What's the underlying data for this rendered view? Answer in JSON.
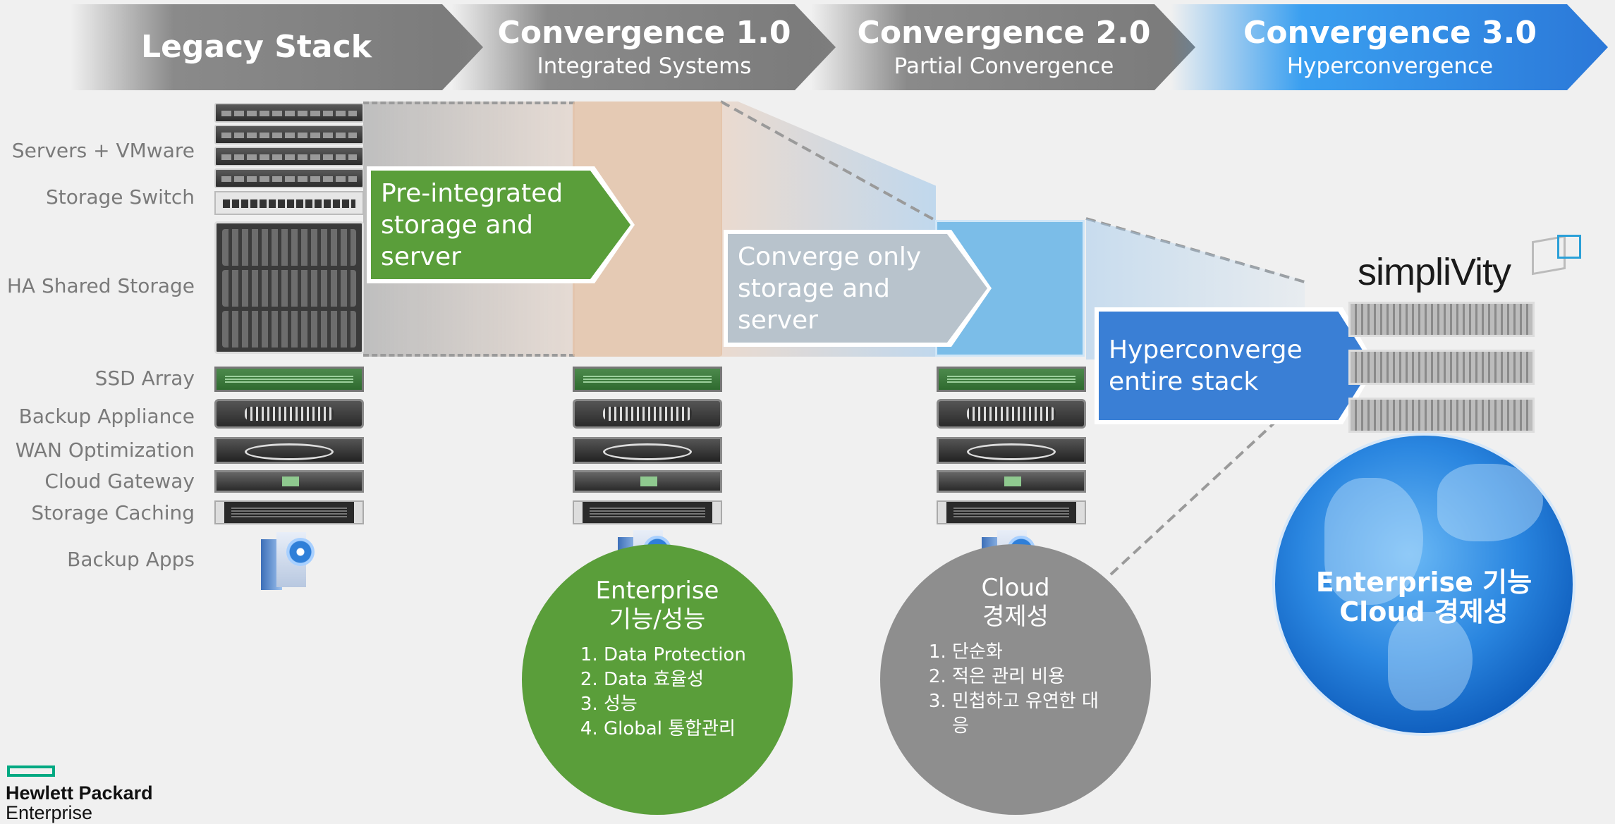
{
  "header": {
    "stages": [
      {
        "title": "Legacy Stack",
        "subtitle": ""
      },
      {
        "title": "Convergence 1.0",
        "subtitle": "Integrated Systems"
      },
      {
        "title": "Convergence 2.0",
        "subtitle": "Partial Convergence"
      },
      {
        "title": "Convergence 3.0",
        "subtitle": "Hyperconvergence"
      }
    ]
  },
  "stack_labels": [
    "Servers + VMware",
    "Storage Switch",
    "HA Shared Storage",
    "SSD Array",
    "Backup Appliance",
    "WAN Optimization",
    "Cloud Gateway",
    "Storage Caching",
    "Backup Apps"
  ],
  "callouts": {
    "c1": "Pre-integrated storage and server",
    "c2": "Converge only storage and server",
    "c3": "Hyperconverge entire stack"
  },
  "circles": {
    "enterprise": {
      "title_line1": "Enterprise",
      "title_line2": "기능/성능",
      "items": [
        "Data Protection",
        "Data 효율성",
        "성능",
        "Global 통합관리"
      ]
    },
    "cloud": {
      "title_line1": "Cloud",
      "title_line2": "경제성",
      "items": [
        "단순화",
        "적은 관리 비용",
        "민첩하고 유연한 대응"
      ]
    },
    "globe": {
      "line1": "Enterprise 기능",
      "line2": "Cloud 경제성"
    }
  },
  "brand": {
    "simplivity_logo": "simpliVity",
    "hpe_line1": "Hewlett Packard",
    "hpe_line2": "Enterprise"
  },
  "colors": {
    "green": "#5a9e3a",
    "gray_circle": "#8e8e8e",
    "blue": "#3a7fd5",
    "hpe_green": "#01a982"
  }
}
